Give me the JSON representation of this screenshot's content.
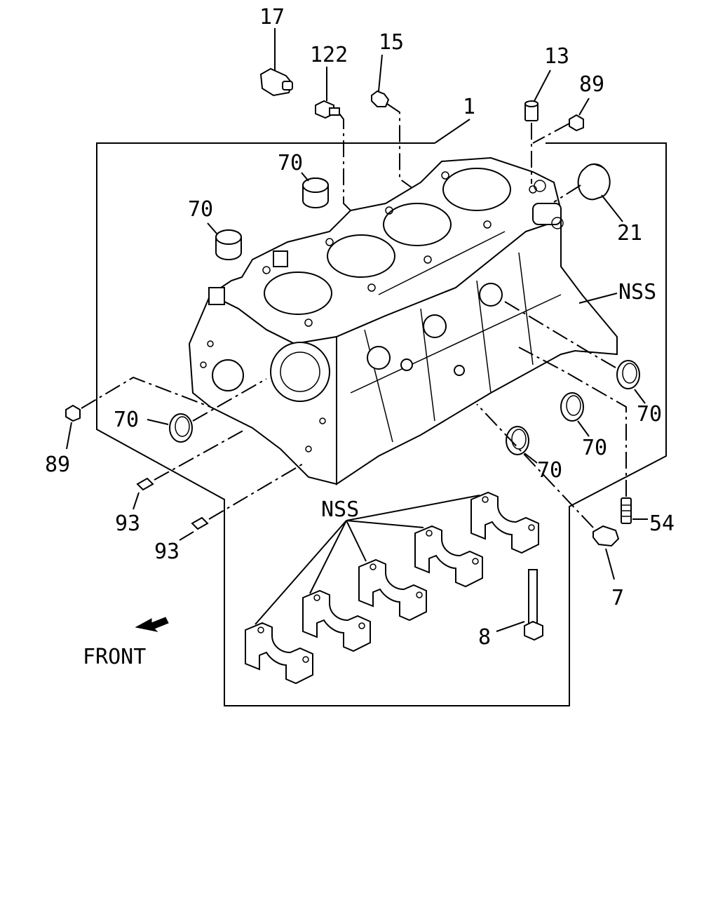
{
  "diagram": {
    "title": "",
    "front_label": "FRONT",
    "callouts": {
      "c17": "17",
      "c122": "122",
      "c15": "15",
      "c13": "13",
      "c89_top": "89",
      "c1": "1",
      "c70_a": "70",
      "c70_b": "70",
      "c21": "21",
      "c_nss_right": "NSS",
      "c70_left": "70",
      "c89_left": "89",
      "c93_a": "93",
      "c93_b": "93",
      "c70_r1": "70",
      "c70_r2": "70",
      "c70_r3": "70",
      "c54": "54",
      "c_nss_caps": "NSS",
      "c7": "7",
      "c8": "8"
    }
  }
}
